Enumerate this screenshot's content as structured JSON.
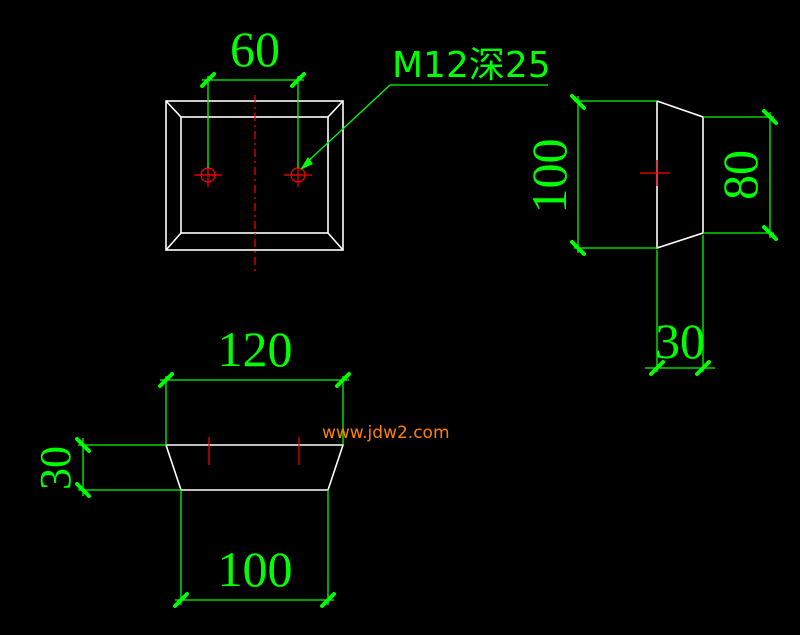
{
  "top_view": {
    "dim_hole_spacing": "60",
    "note_thread": "M12深25"
  },
  "side_view": {
    "dim_height_outer": "100",
    "dim_height_inner": "80",
    "dim_depth": "30"
  },
  "front_view": {
    "dim_top_width": "120",
    "dim_bottom_width": "100",
    "dim_thickness": "30"
  },
  "watermark": {
    "text": "www.jdw2.com",
    "color": "#ff8000"
  },
  "colors": {
    "background": "#000000",
    "outline": "#ffffff",
    "dimension": "#00ff00",
    "centerline": "#ff0000"
  }
}
